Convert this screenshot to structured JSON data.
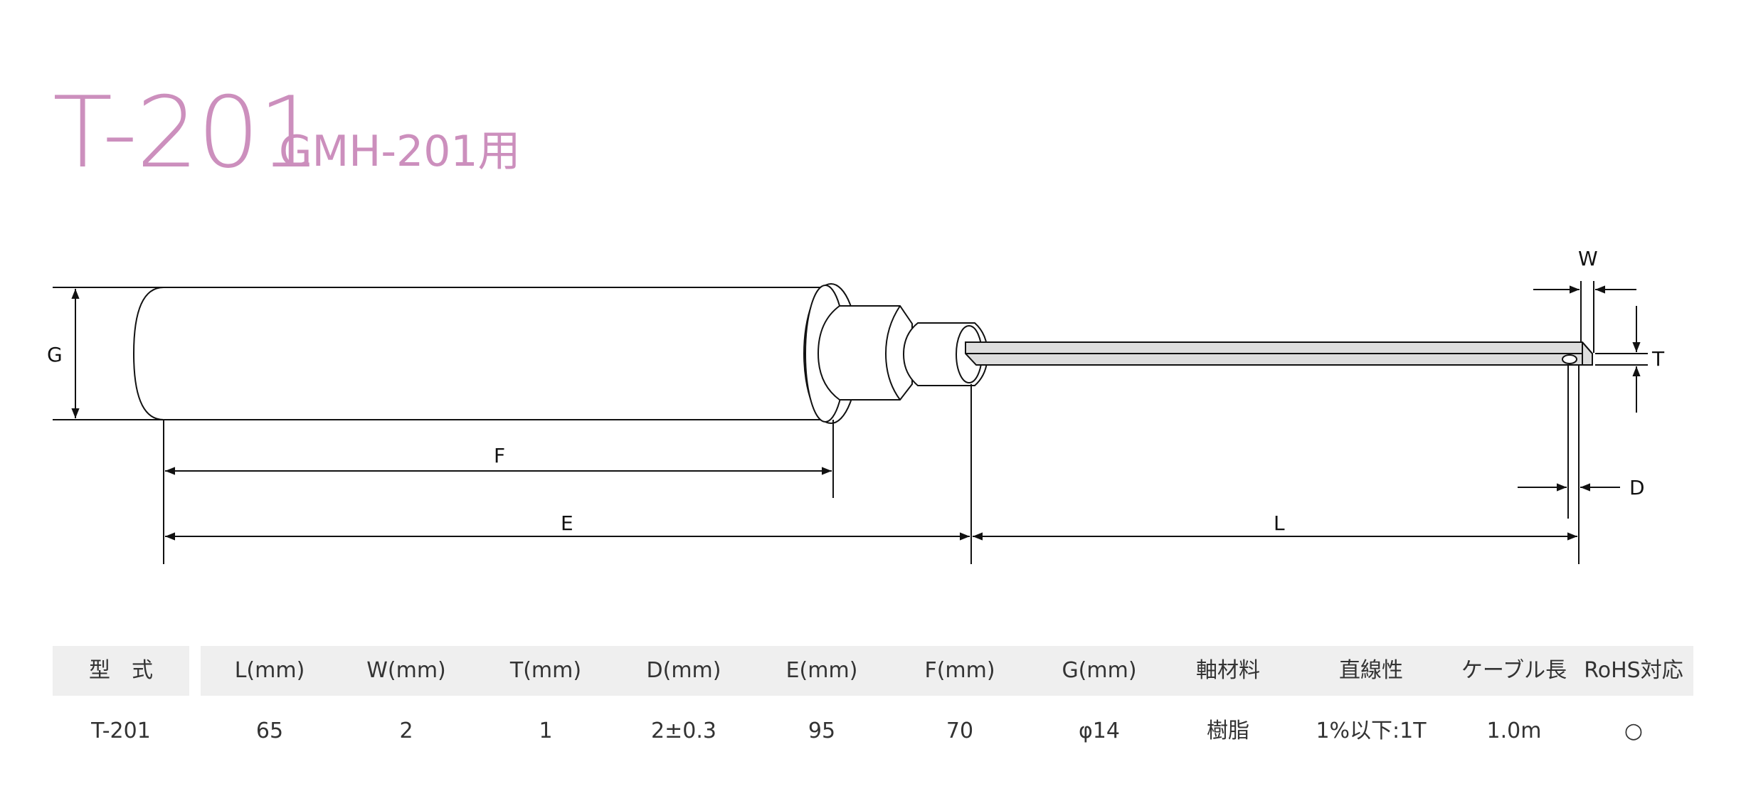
{
  "title": "T-201",
  "subtitle": "GMH-201用",
  "colors": {
    "title": "#cc8fbd",
    "header_bg": "#efefef"
  },
  "diagram": {
    "labels": {
      "G": "G",
      "F": "F",
      "E": "E",
      "L": "L",
      "W": "W",
      "T": "T",
      "D": "D"
    }
  },
  "table": {
    "headers": [
      "型　式",
      "L(mm)",
      "W(mm)",
      "T(mm)",
      "D(mm)",
      "E(mm)",
      "F(mm)",
      "G(mm)",
      "軸材料",
      "直線性",
      "ケーブル長",
      "RoHS対応"
    ],
    "rows": [
      [
        "T-201",
        "65",
        "2",
        "1",
        "2±0.3",
        "95",
        "70",
        "φ14",
        "樹脂",
        "1%以下:1T",
        "1.0m",
        "○"
      ]
    ]
  }
}
